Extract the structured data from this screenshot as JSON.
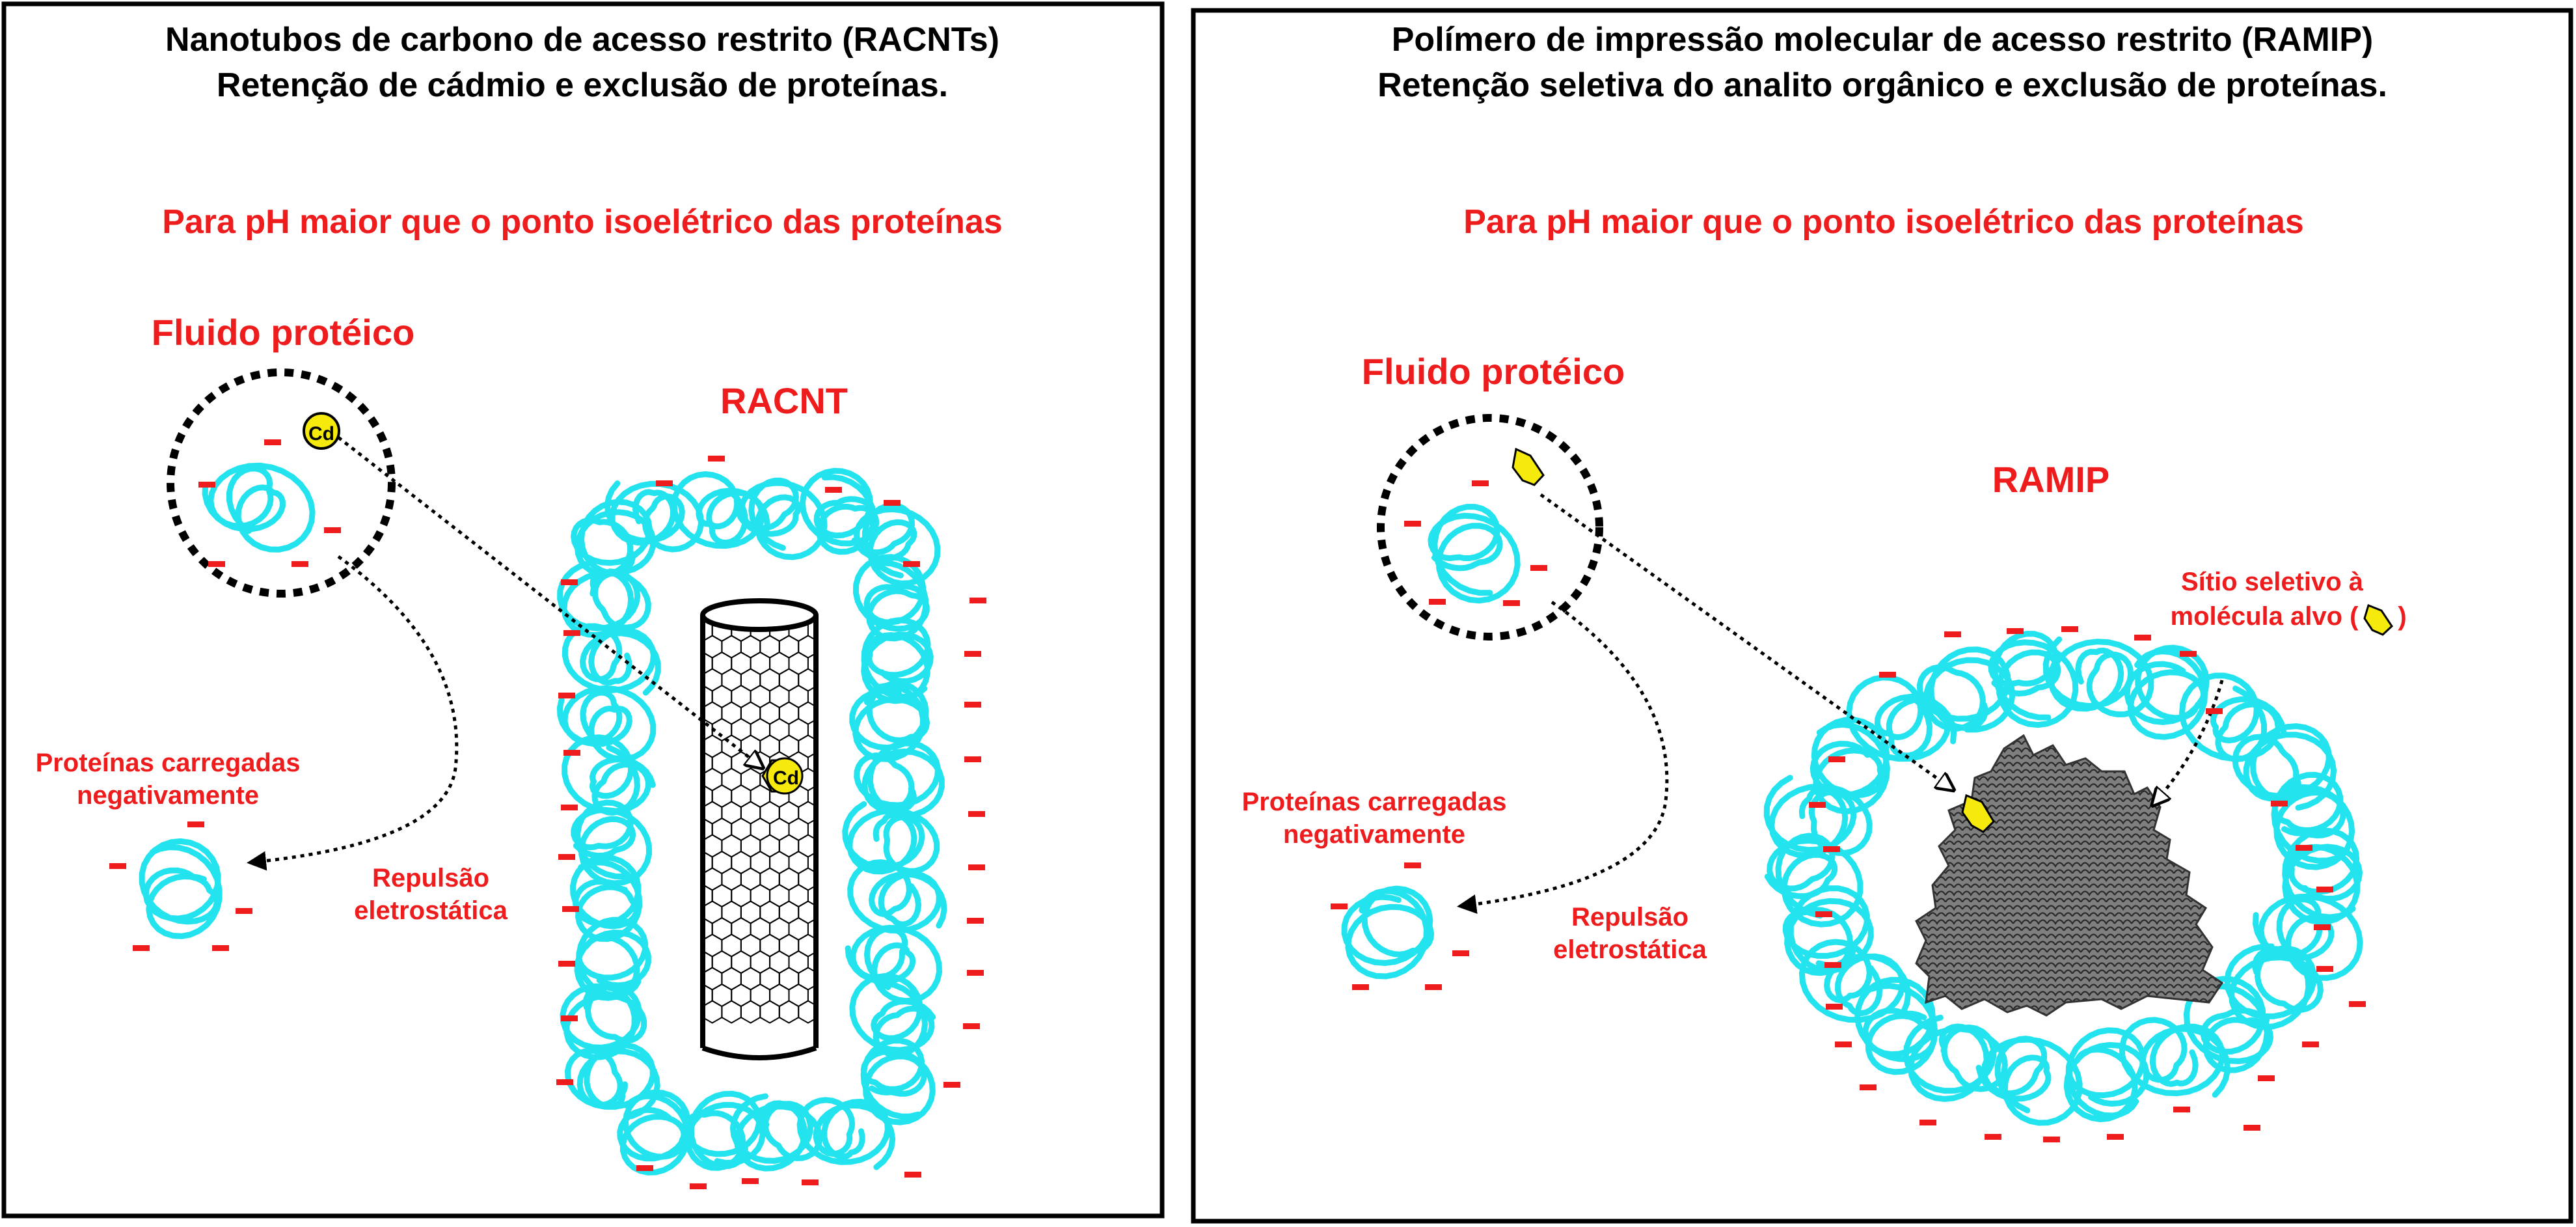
{
  "left_panel": {
    "title_line1": "Nanotubos de carbono de acesso restrito (RACNTs)",
    "title_line2": "Retenção de cádmio e exclusão de proteínas.",
    "ph_condition": "Para pH maior que o ponto isoelétrico das proteínas",
    "fluid_label": "Fluido protéico",
    "material_label": "RACNT",
    "analyte_symbol": "Cd",
    "charged_proteins_line1": "Proteínas carregadas",
    "charged_proteins_line2": "negativamente",
    "repulsion_line1": "Repulsão",
    "repulsion_line2": "eletrostática"
  },
  "right_panel": {
    "title_line1": "Polímero de impressão molecular de acesso restrito (RAMIP)",
    "title_line2": "Retenção seletiva do analito orgânico e exclusão de proteínas.",
    "ph_condition": "Para pH maior que o ponto isoelétrico das proteínas",
    "fluid_label": "Fluido protéico",
    "material_label": "RAMIP",
    "site_line1": "Sítio seletivo à",
    "site_line2": "molécula alvo (",
    "site_line2_end": ")",
    "charged_proteins_line1": "Proteínas carregadas",
    "charged_proteins_line2": "negativamente",
    "repulsion_line1": "Repulsão",
    "repulsion_line2": "eletrostática"
  },
  "colors": {
    "protein": "#22e3ee",
    "charge": "#ee1c1c",
    "label_red": "#ee1c1c",
    "analyte": "#f5ea0c",
    "polymer": "#7f7f7f",
    "ink": "#000000"
  }
}
